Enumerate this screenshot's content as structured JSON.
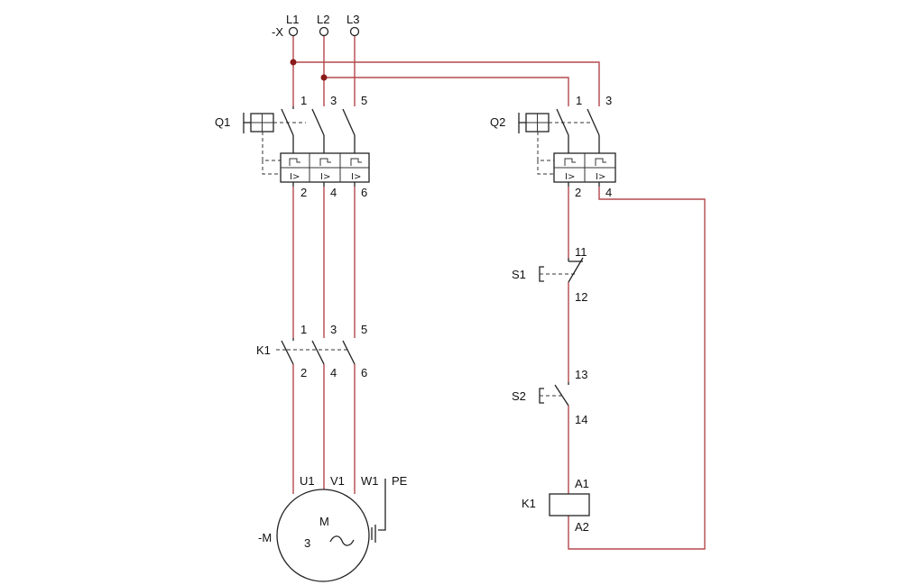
{
  "colors": {
    "wire": "#b5484d",
    "symbol": "#222222",
    "junction": "#8b1a1a",
    "background": "#ffffff"
  },
  "supply": {
    "phases": [
      "L1",
      "L2",
      "L3"
    ],
    "terminal_label": "-X"
  },
  "breaker_q1": {
    "label": "Q1",
    "top_terminals": [
      "1",
      "3",
      "5"
    ],
    "bottom_terminals": [
      "2",
      "4",
      "6"
    ]
  },
  "breaker_q2": {
    "label": "Q2",
    "top_terminals": [
      "1",
      "3"
    ],
    "bottom_terminals": [
      "2",
      "4"
    ]
  },
  "contactor_k1": {
    "label": "K1",
    "top_terminals": [
      "1",
      "3",
      "5"
    ],
    "bottom_terminals": [
      "2",
      "4",
      "6"
    ]
  },
  "motor": {
    "label": "-M",
    "terminals": [
      "U1",
      "V1",
      "W1"
    ],
    "pe": "PE",
    "letter": "M",
    "phase_count": "3",
    "ac_symbol": "~"
  },
  "s1": {
    "label": "S1",
    "t1": "11",
    "t2": "12"
  },
  "s2": {
    "label": "S2",
    "t1": "13",
    "t2": "14"
  },
  "coil_k1": {
    "label": "K1",
    "a1": "A1",
    "a2": "A2"
  }
}
